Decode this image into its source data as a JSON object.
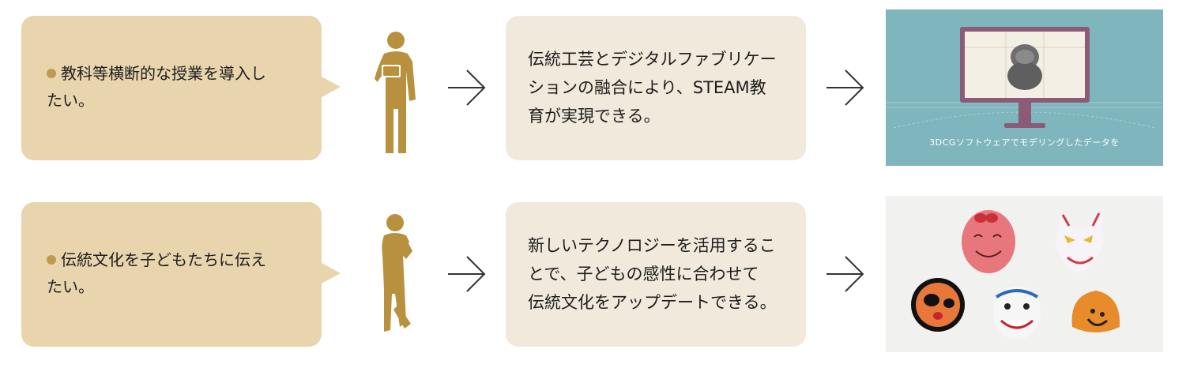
{
  "rows": [
    {
      "bubble_lines": [
        "教科等横断的な授業を導入し",
        "たい。"
      ],
      "result_lines": [
        "伝統工芸とデジタルファブリケー",
        "ションの融合により、STEAM教",
        "育が実現できる。"
      ],
      "figure": "person-holding-tablet-icon",
      "photo_caption": "3DCGソフトウェアでモデリングしたデータを"
    },
    {
      "bubble_lines": [
        "伝統文化を子どもたちに伝え",
        "たい。"
      ],
      "result_lines": [
        "新しいテクノロジーを活用するこ",
        "とで、子どもの感性に合わせて",
        "伝統文化をアップデートできる。"
      ],
      "figure": "person-thinking-icon",
      "photo_caption": ""
    }
  ],
  "colors": {
    "bubble": "#e8d4ad",
    "result": "#f0e9dc",
    "figure": "#b8913f",
    "bullet": "#c09a4e"
  }
}
